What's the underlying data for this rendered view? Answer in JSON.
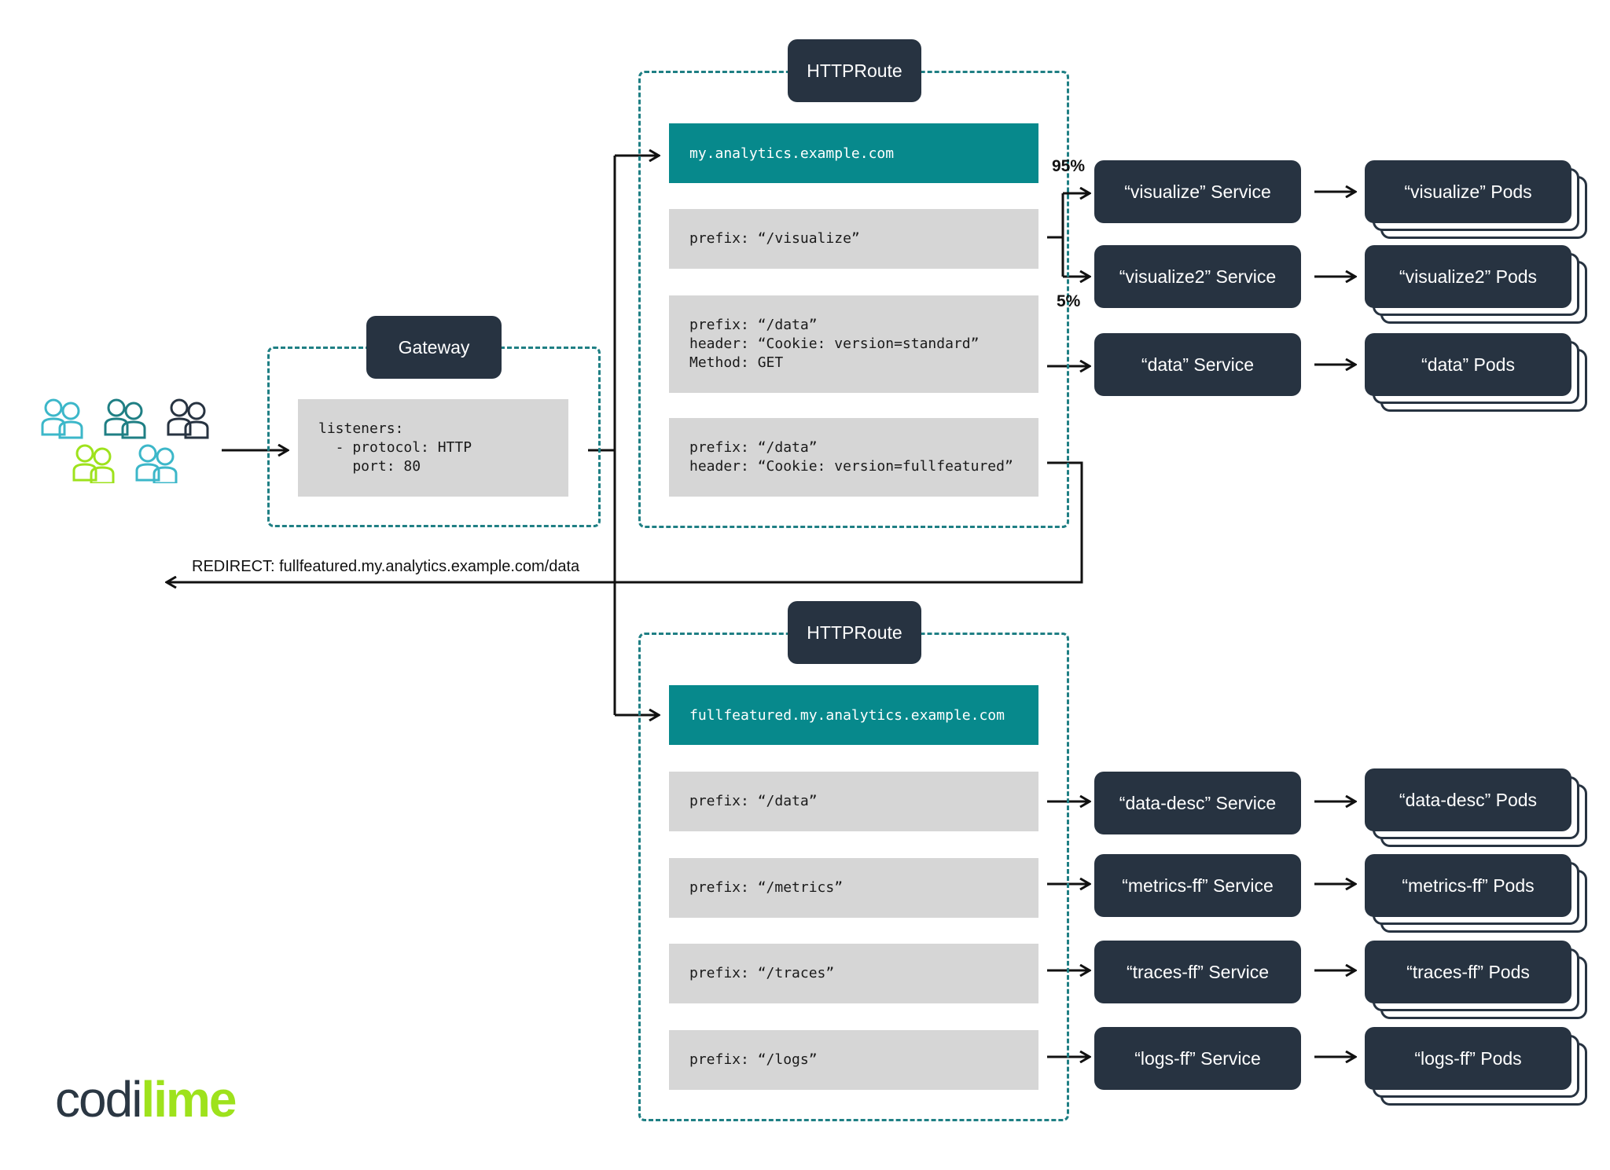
{
  "gateway": {
    "title": "Gateway",
    "listeners": "listeners:\n  - protocol: HTTP\n    port: 80"
  },
  "route1": {
    "title": "HTTPRoute",
    "hostname": "my.analytics.example.com",
    "rules": [
      "prefix: “/visualize”",
      "prefix: “/data”\nheader: “Cookie: version=standard”\nMethod: GET",
      "prefix: “/data”\nheader: “Cookie: version=fullfeatured”"
    ],
    "split": {
      "top": "95%",
      "bottom": "5%"
    },
    "services": [
      "“visualize” Service",
      "“visualize2” Service",
      "“data” Service"
    ],
    "pods": [
      "“visualize” Pods",
      "“visualize2” Pods",
      "“data” Pods"
    ]
  },
  "redirect": "REDIRECT: fullfeatured.my.analytics.example.com/data",
  "route2": {
    "title": "HTTPRoute",
    "hostname": "fullfeatured.my.analytics.example.com",
    "rules": [
      "prefix: “/data”",
      "prefix: “/metrics”",
      "prefix: “/traces”",
      "prefix: “/logs”"
    ],
    "services": [
      "“data-desc” Service",
      "“metrics-ff” Service",
      "“traces-ff” Service",
      "“logs-ff” Service"
    ],
    "pods": [
      "“data-desc” Pods",
      "“metrics-ff” Pods",
      "“traces-ff” Pods",
      "“logs-ff” Pods"
    ]
  },
  "logo": {
    "part1": "codi",
    "part2": "lime"
  },
  "users": {
    "icons": [
      "users-icon",
      "users-icon",
      "users-icon",
      "users-icon",
      "users-icon"
    ],
    "colors": [
      "#3cb7c9",
      "#1f7f84",
      "#273341",
      "#9ee21c",
      "#3cb7c9"
    ]
  }
}
